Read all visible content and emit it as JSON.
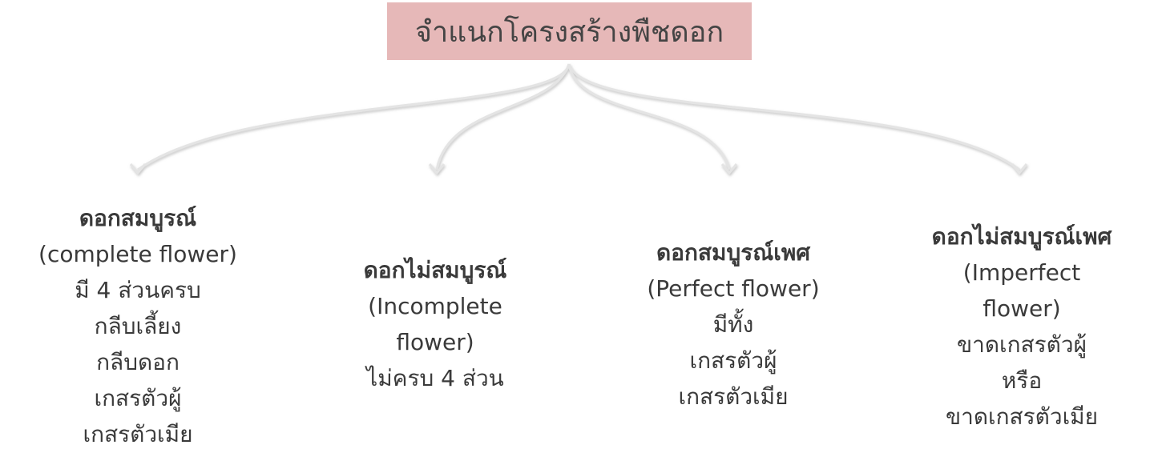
{
  "title": "จำแนกโครงสร้างพืชดอก",
  "branches": [
    {
      "heading": "ดอกสมบูรณ์",
      "lines": [
        "(complete flower)",
        "มี 4 ส่วนครบ",
        "กลีบเลี้ยง",
        "กลีบดอก",
        "เกสรตัวผู้",
        "เกสรตัวเมีย"
      ]
    },
    {
      "heading": "ดอกไม่สมบูรณ์",
      "lines": [
        "(Incomplete",
        "flower)",
        "ไม่ครบ 4 ส่วน"
      ]
    },
    {
      "heading": "ดอกสมบูรณ์เพศ",
      "lines": [
        "(Perfect flower)",
        "มีทั้ง",
        "เกสรตัวผู้",
        "เกสรตัวเมีย"
      ]
    },
    {
      "heading": "ดอกไม่สมบูรณ์เพศ",
      "lines": [
        "(Imperfect",
        "flower)",
        "ขาดเกสรตัวผู้",
        "หรือ",
        "ขาดเกสรตัวเมีย"
      ]
    }
  ]
}
